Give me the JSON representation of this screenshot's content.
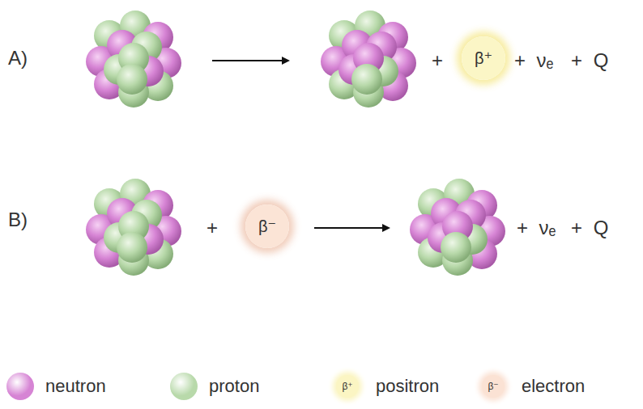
{
  "diagram": {
    "nodes": [
      {
        "text": [
          "β⁺"
        ]
      },
      {
        "text": [
          "β⁻"
        ]
      }
    ],
    "labels": [
      "A)",
      "+",
      "+",
      "νₑ",
      "+",
      "Q",
      "B)",
      "+",
      "+",
      "νₑ",
      "+",
      "Q",
      "β⁺",
      "β⁻"
    ],
    "legend": [
      {
        "text": "neutron",
        "color": "#d684d4"
      },
      {
        "text": "proton",
        "color": "#b8d9aa"
      },
      {
        "text": "positron",
        "color": "#fbf5c3"
      },
      {
        "text": "electron",
        "color": "#fbe2d4"
      }
    ]
  }
}
